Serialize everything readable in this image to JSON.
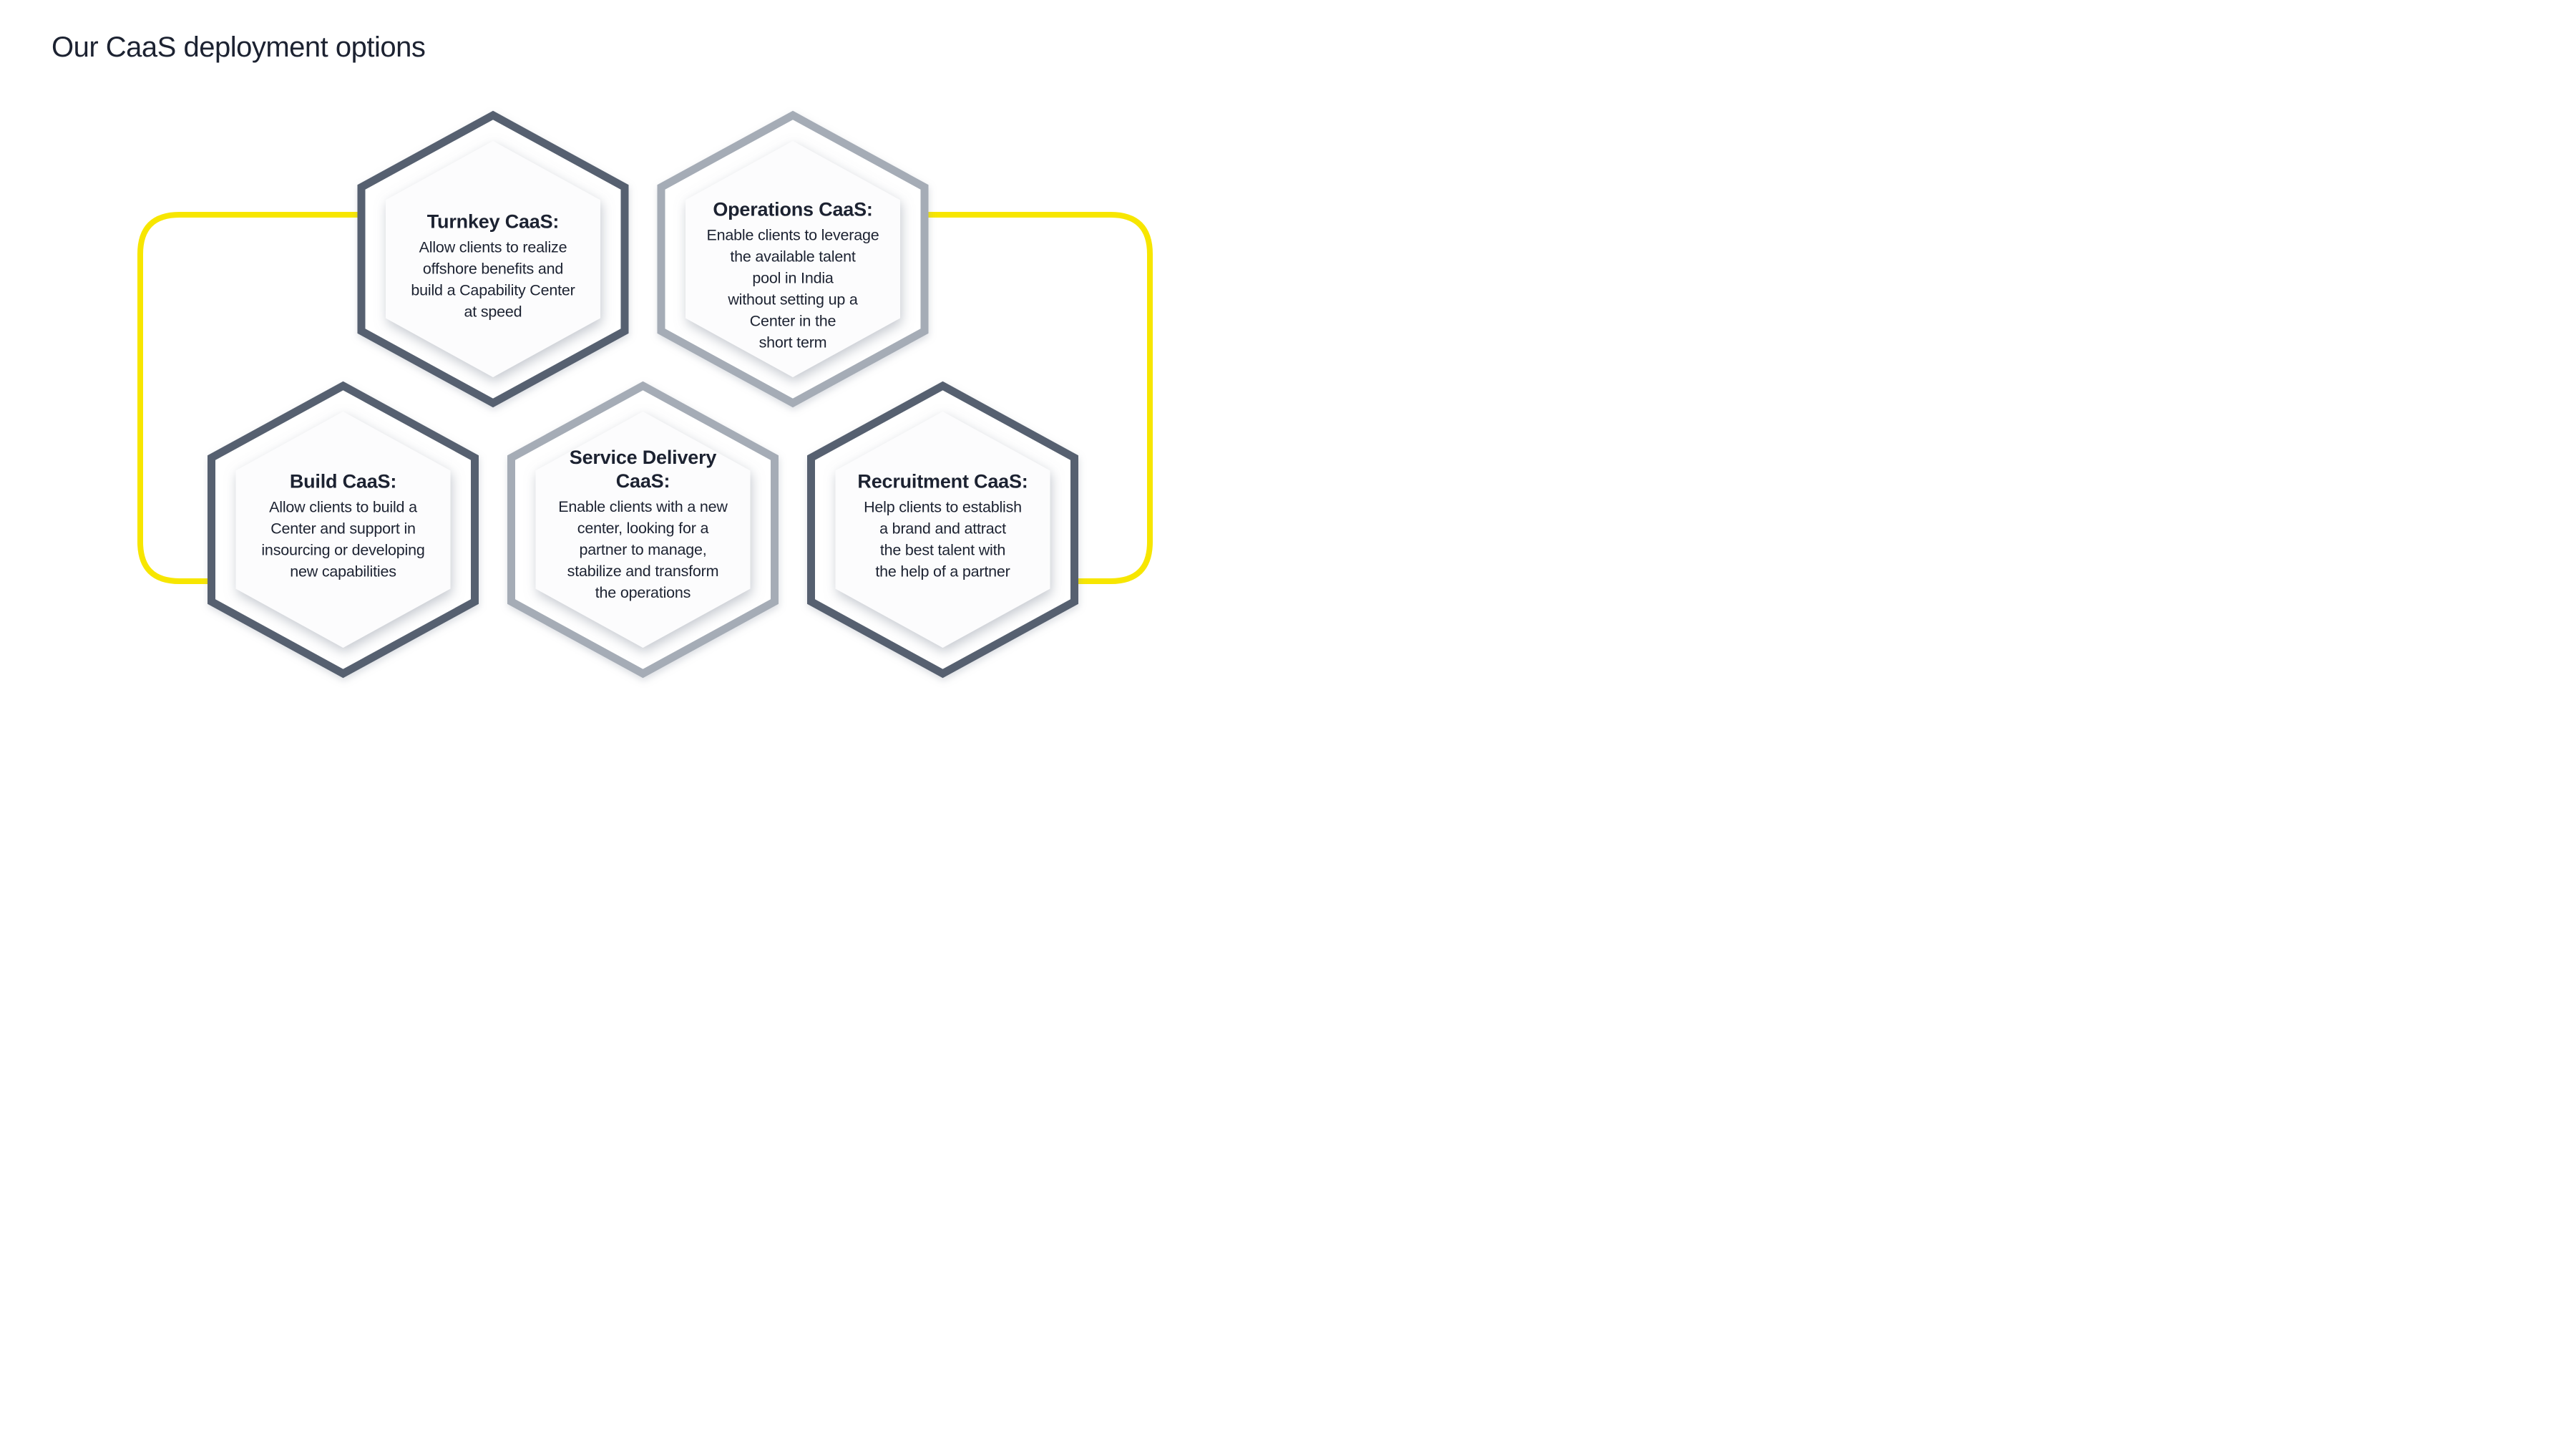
{
  "page": {
    "title": "Our CaaS deployment options"
  },
  "colors": {
    "background": "#ffffff",
    "text": "#1c2231",
    "dark_hexagon_border": "#56606f",
    "gray_hexagon_border": "#a5acb6",
    "connector_yellow": "#f7e600",
    "inner_panel": "#fcfcfd"
  },
  "hexagons": [
    {
      "id": "turnkey",
      "variant": "dark",
      "heading": "Turnkey CaaS:",
      "body": "Allow clients to realize\noffshore benefits and\nbuild a Capability Center\nat speed"
    },
    {
      "id": "operations",
      "variant": "gray",
      "heading": "Operations CaaS:",
      "body": "Enable clients to leverage\nthe available talent\npool in India\nwithout setting up a\nCenter in the\nshort term"
    },
    {
      "id": "build",
      "variant": "dark",
      "heading": "Build CaaS:",
      "body": "Allow clients to build a\nCenter and support in\ninsourcing or developing\nnew capabilities"
    },
    {
      "id": "service_delivery",
      "variant": "gray",
      "heading": "Service Delivery\nCaaS:",
      "body": "Enable clients with a new\ncenter, looking for a\npartner to manage,\nstabilize and transform\nthe operations"
    },
    {
      "id": "recruitment",
      "variant": "dark",
      "heading": "Recruitment CaaS:",
      "body": "Help clients to establish\na brand and attract\nthe best talent with\nthe help of a partner"
    }
  ]
}
